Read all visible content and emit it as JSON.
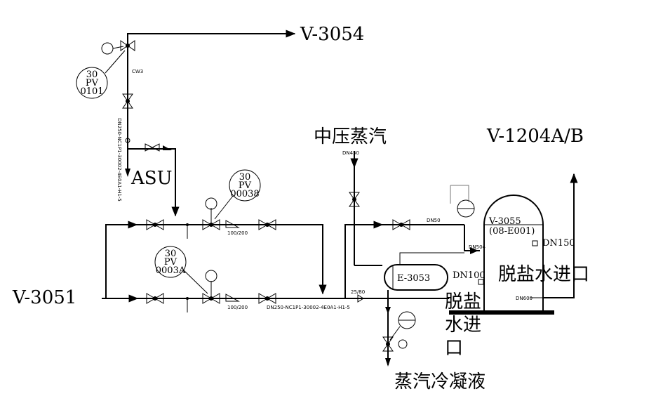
{
  "labels": {
    "v3054": "V-3054",
    "v3051": "V-3051",
    "asu": "ASU",
    "mp_steam": "中压蒸汽",
    "v1204": "V-1204A/B",
    "condensate": "蒸汽冷凝液",
    "demin_inlet_right": "脱盐水进口",
    "demin_inlet_left_l1": "脱盐",
    "demin_inlet_left_l2": "水进",
    "demin_inlet_left_l3": "口",
    "dn100": "DN100",
    "dn150": "DN150",
    "e3053": "E-3053",
    "v3055_l1": "V-3055",
    "v3055_l2": "(08-E001)"
  },
  "instruments": {
    "pv0101": {
      "l1": "30",
      "l2": "PV",
      "l3": "0101"
    },
    "pv00038": {
      "l1": "30",
      "l2": "PV",
      "l3": "00038"
    },
    "pv0003a": {
      "l1": "30",
      "l2": "PV",
      "l3": "0003A"
    }
  },
  "line_tags": {
    "dn250": "DN250-NC1P1-30002-4E0A1-H1-5",
    "dn450": "DN450",
    "dn600": "DN600",
    "dn504": "DN504",
    "dn50": "DN50",
    "cw3": "CW3",
    "size_100_200": "100/200",
    "size_25_80": "25/80"
  },
  "colors": {
    "line": "#000000",
    "background": "#ffffff"
  }
}
